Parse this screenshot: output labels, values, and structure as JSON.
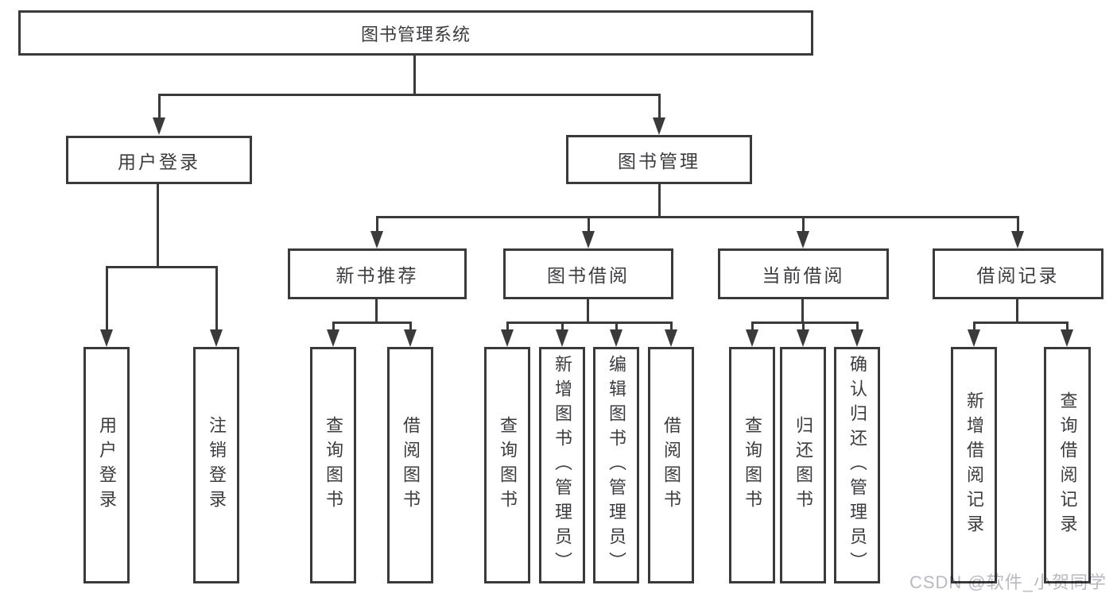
{
  "tree": {
    "root": "图书管理系统",
    "branches": [
      {
        "label": "用户登录",
        "children": [
          "用户登录",
          "注销登录"
        ]
      },
      {
        "label": "图书管理",
        "sections": [
          {
            "label": "新书推荐",
            "children": [
              "查询图书",
              "借阅图书"
            ]
          },
          {
            "label": "图书借阅",
            "children": [
              "查询图书",
              "新增图书（管理员）",
              "编辑图书（管理员）",
              "借阅图书"
            ]
          },
          {
            "label": "当前借阅",
            "children": [
              "查询图书",
              "归还图书",
              "确认归还（管理员）"
            ]
          },
          {
            "label": "借阅记录",
            "children": [
              "新增借阅记录",
              "查询借阅记录"
            ]
          }
        ]
      }
    ]
  },
  "watermark": {
    "text": "CSDN @软件_小贺同学"
  },
  "colors": {
    "line": "#3a3a3a",
    "text": "#3c3c40",
    "watermark": "#b9b9c1",
    "background": "#ffffff"
  }
}
